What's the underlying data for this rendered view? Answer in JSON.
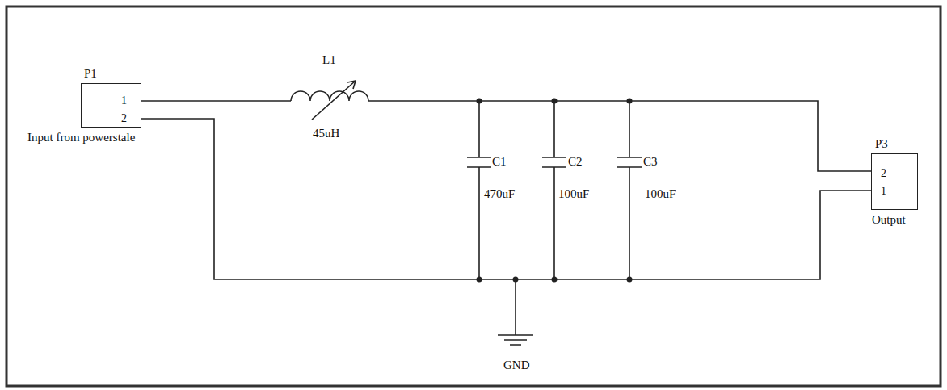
{
  "diagram": {
    "nodes": [
      {
        "text": [
          "P1",
          "1",
          "2"
        ]
      },
      {
        "text": [
          "P3",
          "2",
          "1"
        ]
      }
    ],
    "edges": [
      {
        "from": 0,
        "to": 1,
        "arrow": "none"
      }
    ],
    "labels": [
      "Input from powerstale",
      "L1",
      "45uH",
      "C1",
      "470uF",
      "C2",
      "100uF",
      "C3",
      "100uF",
      "Output",
      "GND"
    ]
  }
}
